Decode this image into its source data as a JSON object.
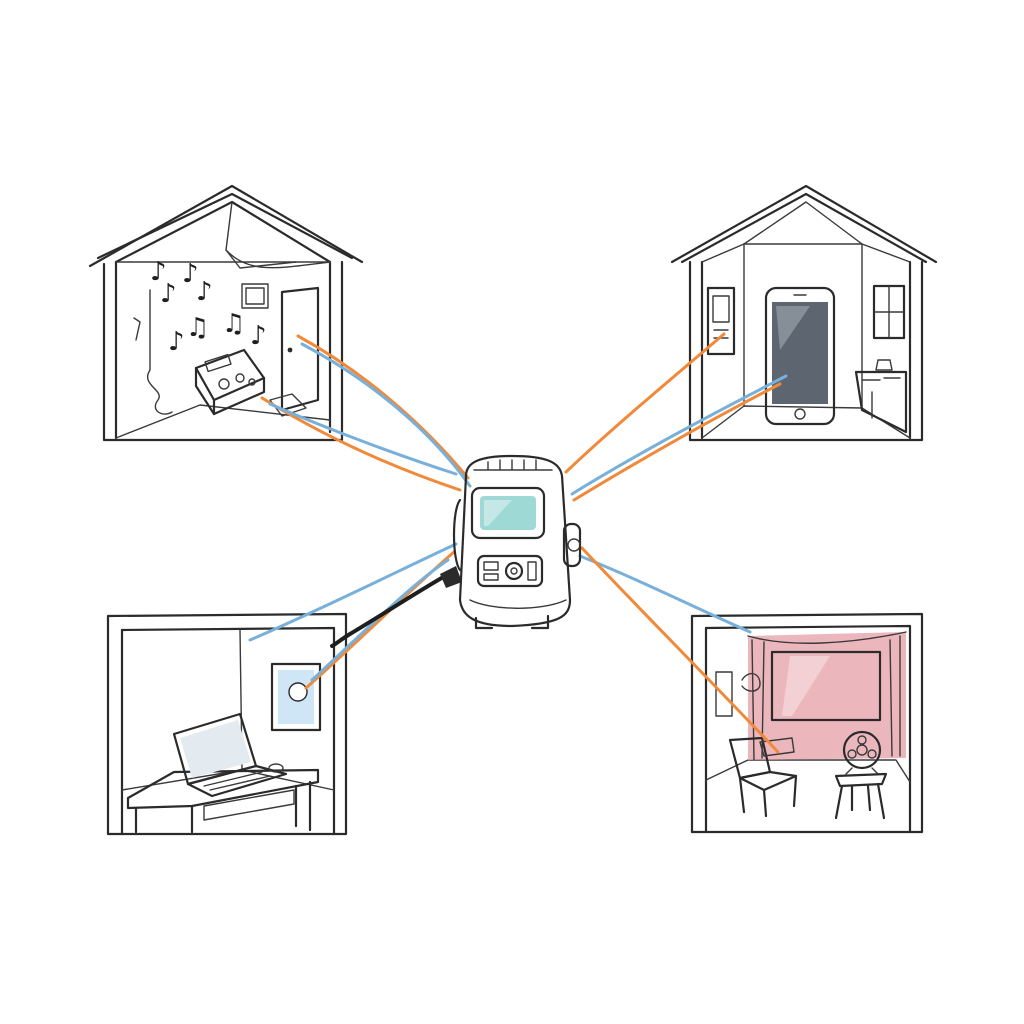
{
  "colors": {
    "ink": "#2b2b2b",
    "signal_orange": "#f08a3a",
    "signal_blue": "#78b0da",
    "screen_teal": "#9fd9d6",
    "phone_screen": "#5d6670",
    "tv_screen": "#8ec3e8",
    "curtain_pink": "#e9aab0",
    "device_body": "#eef1f4"
  },
  "icons": {
    "music_note": "♪",
    "double_note": "♫"
  },
  "rooms": [
    {
      "id": "music-room",
      "icon": "music-notes-icon"
    },
    {
      "id": "phone-room",
      "icon": "smartphone-icon"
    },
    {
      "id": "office-room",
      "icon": "laptop-icon"
    },
    {
      "id": "theater-room",
      "icon": "television-icon"
    }
  ],
  "hub": {
    "icon": "hub-device-icon"
  }
}
